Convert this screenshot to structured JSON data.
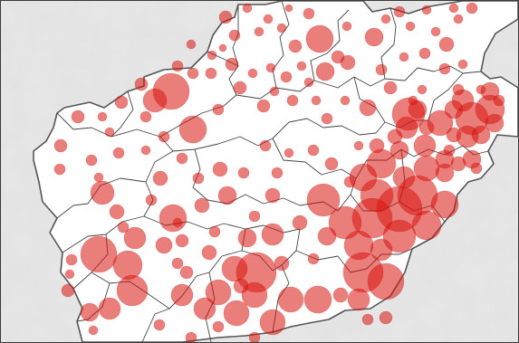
{
  "map": {
    "colors": {
      "background": "#e8e8e8",
      "country_fill": "#ffffff",
      "country_border": "#555555",
      "province_border": "#444444",
      "marker_fill": "#d9140e",
      "marker_fill_opacity": 0.55,
      "marker_stroke": "#c01010"
    },
    "markers": [
      [
        248,
        18,
        7
      ],
      [
        272,
        8,
        5
      ],
      [
        295,
        20,
        5
      ],
      [
        318,
        8,
        4
      ],
      [
        340,
        14,
        6
      ],
      [
        258,
        38,
        6
      ],
      [
        245,
        52,
        4
      ],
      [
        233,
        60,
        5
      ],
      [
        285,
        34,
        5
      ],
      [
        310,
        30,
        5
      ],
      [
        325,
        50,
        7
      ],
      [
        352,
        42,
        15
      ],
      [
        382,
        28,
        5
      ],
      [
        372,
        62,
        7
      ],
      [
        358,
        78,
        10
      ],
      [
        383,
        68,
        8
      ],
      [
        412,
        40,
        10
      ],
      [
        425,
        20,
        5
      ],
      [
        440,
        12,
        6
      ],
      [
        452,
        28,
        5
      ],
      [
        470,
        10,
        5
      ],
      [
        480,
        34,
        5
      ],
      [
        492,
        48,
        8
      ],
      [
        505,
        20,
        5
      ],
      [
        520,
        8,
        6
      ],
      [
        500,
        8,
        5
      ],
      [
        468,
        58,
        6
      ],
      [
        490,
        75,
        6
      ],
      [
        510,
        70,
        5
      ],
      [
        445,
        62,
        5
      ],
      [
        420,
        76,
        6
      ],
      [
        430,
        96,
        7
      ],
      [
        210,
        48,
        5
      ],
      [
        212,
        80,
        6
      ],
      [
        232,
        80,
        6
      ],
      [
        255,
        70,
        7
      ],
      [
        264,
        96,
        7
      ],
      [
        278,
        80,
        5
      ],
      [
        298,
        74,
        5
      ],
      [
        315,
        84,
        6
      ],
      [
        332,
        72,
        5
      ],
      [
        340,
        90,
        5
      ],
      [
        302,
        100,
        5
      ],
      [
        290,
        116,
        7
      ],
      [
        322,
        110,
        6
      ],
      [
        348,
        110,
        5
      ],
      [
        380,
        110,
        5
      ],
      [
        360,
        130,
        6
      ],
      [
        405,
        118,
        9
      ],
      [
        188,
        100,
        20
      ],
      [
        170,
        110,
        13
      ],
      [
        155,
        92,
        7
      ],
      [
        195,
        72,
        6
      ],
      [
        160,
        128,
        6
      ],
      [
        133,
        112,
        7
      ],
      [
        112,
        128,
        5
      ],
      [
        85,
        128,
        7
      ],
      [
        120,
        145,
        5
      ],
      [
        130,
        168,
        6
      ],
      [
        100,
        176,
        6
      ],
      [
        108,
        195,
        5
      ],
      [
        66,
        160,
        7
      ],
      [
        65,
        186,
        6
      ],
      [
        212,
        142,
        15
      ],
      [
        240,
        120,
        6
      ],
      [
        180,
        150,
        6
      ],
      [
        160,
        165,
        5
      ],
      [
        112,
        212,
        13
      ],
      [
        128,
        233,
        8
      ],
      [
        200,
        174,
        6
      ],
      [
        242,
        186,
        8
      ],
      [
        268,
        190,
        6
      ],
      [
        218,
        196,
        6
      ],
      [
        176,
        196,
        8
      ],
      [
        250,
        215,
        10
      ],
      [
        222,
        226,
        8
      ],
      [
        190,
        240,
        15
      ],
      [
        166,
        220,
        6
      ],
      [
        148,
        262,
        12
      ],
      [
        180,
        270,
        9
      ],
      [
        108,
        280,
        20
      ],
      [
        78,
        286,
        6
      ],
      [
        76,
        302,
        5
      ],
      [
        140,
        292,
        16
      ],
      [
        145,
        320,
        17
      ],
      [
        120,
        340,
        12
      ],
      [
        98,
        344,
        10
      ],
      [
        102,
        364,
        5
      ],
      [
        74,
        320,
        7
      ],
      [
        292,
        160,
        6
      ],
      [
        318,
        168,
        5
      ],
      [
        305,
        190,
        6
      ],
      [
        345,
        165,
        6
      ],
      [
        365,
        180,
        7
      ],
      [
        356,
        220,
        18
      ],
      [
        330,
        245,
        8
      ],
      [
        300,
        215,
        8
      ],
      [
        280,
        238,
        6
      ],
      [
        300,
        258,
        12
      ],
      [
        272,
        262,
        10
      ],
      [
        230,
        278,
        8
      ],
      [
        236,
        255,
        6
      ],
      [
        205,
        300,
        7
      ],
      [
        258,
        296,
        14
      ],
      [
        282,
        300,
        22
      ],
      [
        280,
        325,
        14
      ],
      [
        240,
        322,
        14
      ],
      [
        200,
        325,
        12
      ],
      [
        225,
        340,
        12
      ],
      [
        260,
        345,
        14
      ],
      [
        300,
        355,
        14
      ],
      [
        320,
        330,
        14
      ],
      [
        350,
        330,
        15
      ],
      [
        375,
        325,
        8
      ],
      [
        400,
        300,
        22
      ],
      [
        425,
        310,
        20
      ],
      [
        395,
        330,
        12
      ],
      [
        420,
        275,
        12
      ],
      [
        395,
        270,
        16
      ],
      [
        380,
        245,
        18
      ],
      [
        410,
        240,
        22
      ],
      [
        440,
        230,
        25
      ],
      [
        460,
        215,
        22
      ],
      [
        490,
        225,
        15
      ],
      [
        470,
        248,
        16
      ],
      [
        440,
        260,
        18
      ],
      [
        415,
        215,
        18
      ],
      [
        400,
        195,
        15
      ],
      [
        420,
        180,
        16
      ],
      [
        445,
        195,
        12
      ],
      [
        470,
        185,
        14
      ],
      [
        490,
        175,
        10
      ],
      [
        468,
        160,
        12
      ],
      [
        440,
        165,
        10
      ],
      [
        415,
        160,
        8
      ],
      [
        448,
        140,
        12
      ],
      [
        460,
        120,
        10
      ],
      [
        470,
        140,
        8
      ],
      [
        450,
        125,
        18
      ],
      [
        435,
        150,
        8
      ],
      [
        485,
        135,
        14
      ],
      [
        500,
        120,
        10
      ],
      [
        510,
        110,
        12
      ],
      [
        520,
        130,
        18
      ],
      [
        540,
        120,
        16
      ],
      [
        540,
        100,
        10
      ],
      [
        515,
        150,
        12
      ],
      [
        530,
        148,
        10
      ],
      [
        500,
        148,
        8
      ],
      [
        495,
        165,
        6
      ],
      [
        520,
        175,
        10
      ],
      [
        505,
        180,
        8
      ],
      [
        490,
        190,
        10
      ],
      [
        525,
        185,
        6
      ],
      [
        545,
        135,
        10
      ],
      [
        550,
        110,
        6
      ],
      [
        505,
        98,
        6
      ],
      [
        530,
        98,
        5
      ],
      [
        465,
        98,
        5
      ],
      [
        455,
        110,
        5
      ],
      [
        395,
        160,
        5
      ],
      [
        385,
        200,
        6
      ],
      [
        360,
        260,
        10
      ],
      [
        345,
        285,
        6
      ],
      [
        425,
        350,
        7
      ],
      [
        405,
        352,
        6
      ],
      [
        310,
        290,
        8
      ],
      [
        265,
        315,
        8
      ],
      [
        195,
        290,
        6
      ],
      [
        135,
        250,
        6
      ],
      [
        200,
        265,
        7
      ],
      [
        240,
        360,
        6
      ],
      [
        210,
        372,
        6
      ],
      [
        280,
        372,
        6
      ],
      [
        175,
        358,
        6
      ],
      [
        195,
        245,
        5
      ]
    ]
  }
}
